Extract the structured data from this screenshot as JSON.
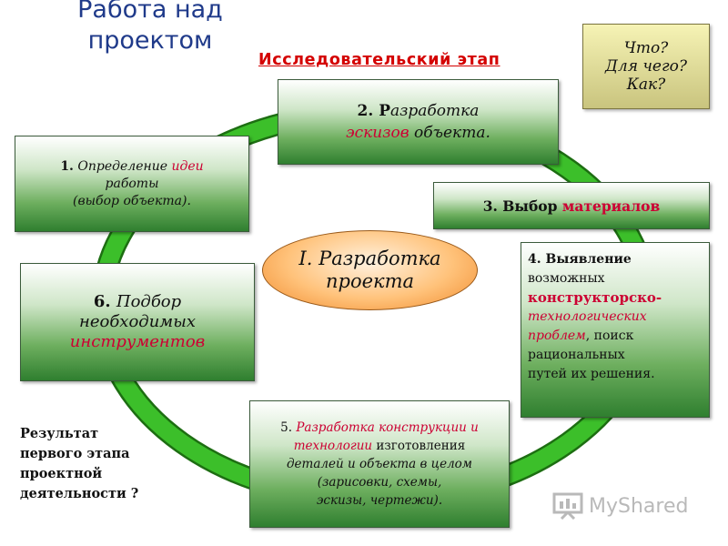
{
  "title_lines": [
    "Работа над",
    "проектом"
  ],
  "stage_label": "Исследовательский этап",
  "questions": [
    "Что?",
    "Для чего?",
    "Как?"
  ],
  "center": {
    "line1": "I. Разработка",
    "line2": "проекта"
  },
  "steps": {
    "s1": {
      "num": "1.",
      "a": "Определение ",
      "b": "идеи",
      "c": "работы",
      "d": "(выбор объекта)."
    },
    "s2": {
      "num": "2. Р",
      "a": "азработка",
      "b": "эскизов",
      "c": " объекта."
    },
    "s3": {
      "a": "3. Выбор ",
      "b": "материалов"
    },
    "s4": {
      "a": "4. Выявление",
      "b": "возможных",
      "c": "конструкторско-",
      "d": "технологических",
      "e": "проблем",
      "f": ", поиск",
      "g": "рациональных",
      "h": "путей их решения."
    },
    "s5": {
      "a": "5. ",
      "b": "Разработка конструкции и",
      "c": "технологии",
      "d": " изготовления",
      "e": "деталей и объекта в целом",
      "f": "(зарисовки, схемы,",
      "g": "эскизы, чертежи)."
    },
    "s6": {
      "num": "6. ",
      "a": "Подбор",
      "b": "необходимых",
      "c": "инструментов"
    }
  },
  "result_lines": [
    "Результат",
    "первого этапа",
    "проектной",
    "деятельности ?"
  ],
  "logo_text": "MyShared",
  "colors": {
    "ring": "#2f9e1f",
    "accent_red": "#cc0033",
    "stage_red": "#d40000",
    "title_blue": "#1f3a8a"
  }
}
